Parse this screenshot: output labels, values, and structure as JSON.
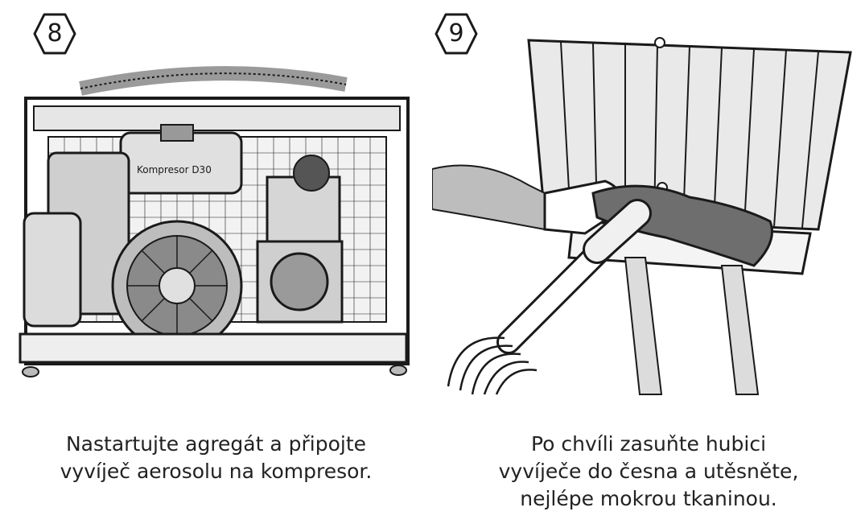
{
  "steps": [
    {
      "number": "8",
      "caption_lines": [
        "Nastartujte agregát a připojte",
        "vyvíječ aerosolu na kompresor."
      ],
      "engine_label": "Kompresor D30"
    },
    {
      "number": "9",
      "caption_lines": [
        "Po chvíli zasuňte hubici",
        "vyvíječe do česna a utěsněte,",
        "nejlépe mokrou tkaninou."
      ]
    }
  ],
  "colors": {
    "line": "#1a1a1a",
    "shade": "#cfcfcf",
    "dark_shade": "#8a8a8a",
    "background": "#ffffff"
  }
}
